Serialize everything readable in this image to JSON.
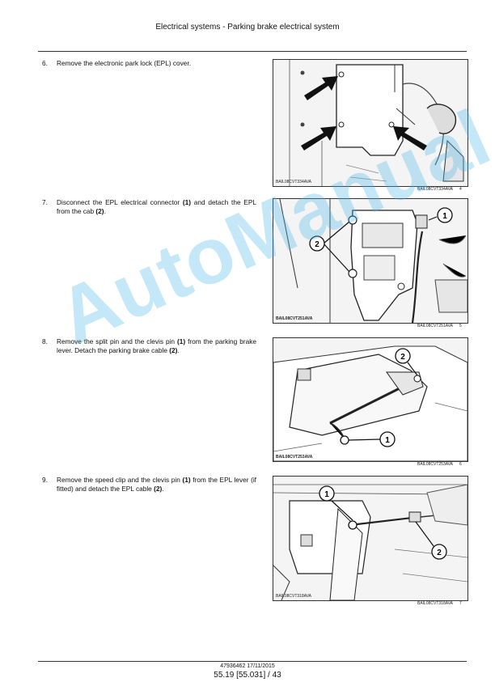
{
  "header": {
    "title": "Electrical systems - Parking brake electrical system"
  },
  "steps": [
    {
      "number": "6.",
      "text": "Remove the electronic park lock (EPL) cover."
    },
    {
      "number": "7.",
      "parts": [
        "Disconnect the EPL electrical connector ",
        "(1)",
        " and detach the EPL from the cab ",
        "(2)",
        "."
      ]
    },
    {
      "number": "8.",
      "parts": [
        "Remove the split pin and the clevis pin ",
        "(1)",
        " from the parking brake lever.  Detach the parking brake cable ",
        "(2)",
        "."
      ]
    },
    {
      "number": "9.",
      "parts": [
        "Remove the speed clip and the clevis pin ",
        "(1)",
        " from the EPL lever (if fitted) and detach the EPL cable ",
        "(2)",
        "."
      ]
    }
  ],
  "figures": [
    {
      "code": "BAIL08CVT334AVA",
      "caption": "BAIL08CVT334AVA",
      "number": "4"
    },
    {
      "code": "BAIL08CVT251AVA",
      "caption": "BAIL08CVT251AVA",
      "number": "5",
      "callouts": [
        "1",
        "2"
      ]
    },
    {
      "code": "BAIL08CVT253AVA",
      "caption": "BAIL08CVT253AVA",
      "number": "6",
      "callouts": [
        "2",
        "1"
      ]
    },
    {
      "code": "BAIL08CVT318AVA",
      "caption": "BAIL08CVT318AVA",
      "number": "7",
      "callouts": [
        "1",
        "2"
      ]
    }
  ],
  "footer": {
    "doc_ref": "47936462 17/11/2015",
    "page": "55.19 [55.031] / 43"
  },
  "watermark": {
    "text": "AutoManual",
    "color": "#46b9e6"
  }
}
